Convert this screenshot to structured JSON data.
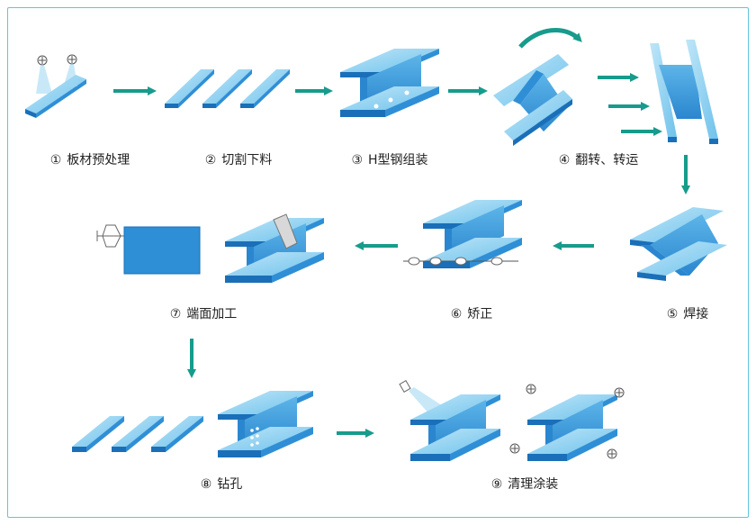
{
  "steps": [
    {
      "num": "①",
      "label": "板材预处理"
    },
    {
      "num": "②",
      "label": "切割下料"
    },
    {
      "num": "③",
      "label": "H型钢组装"
    },
    {
      "num": "④",
      "label": "翻转、转运"
    },
    {
      "num": "⑤",
      "label": "焊接"
    },
    {
      "num": "⑥",
      "label": "矫正"
    },
    {
      "num": "⑦",
      "label": "端面加工"
    },
    {
      "num": "⑧",
      "label": "钻孔"
    },
    {
      "num": "⑨",
      "label": "清理涂装"
    }
  ],
  "colors": {
    "arrow": "#179b8c",
    "steel_top": "#79c9ee",
    "steel_front": "#2f8fd6",
    "steel_dark": "#1a6fb8",
    "frame": "#63c3dc"
  }
}
